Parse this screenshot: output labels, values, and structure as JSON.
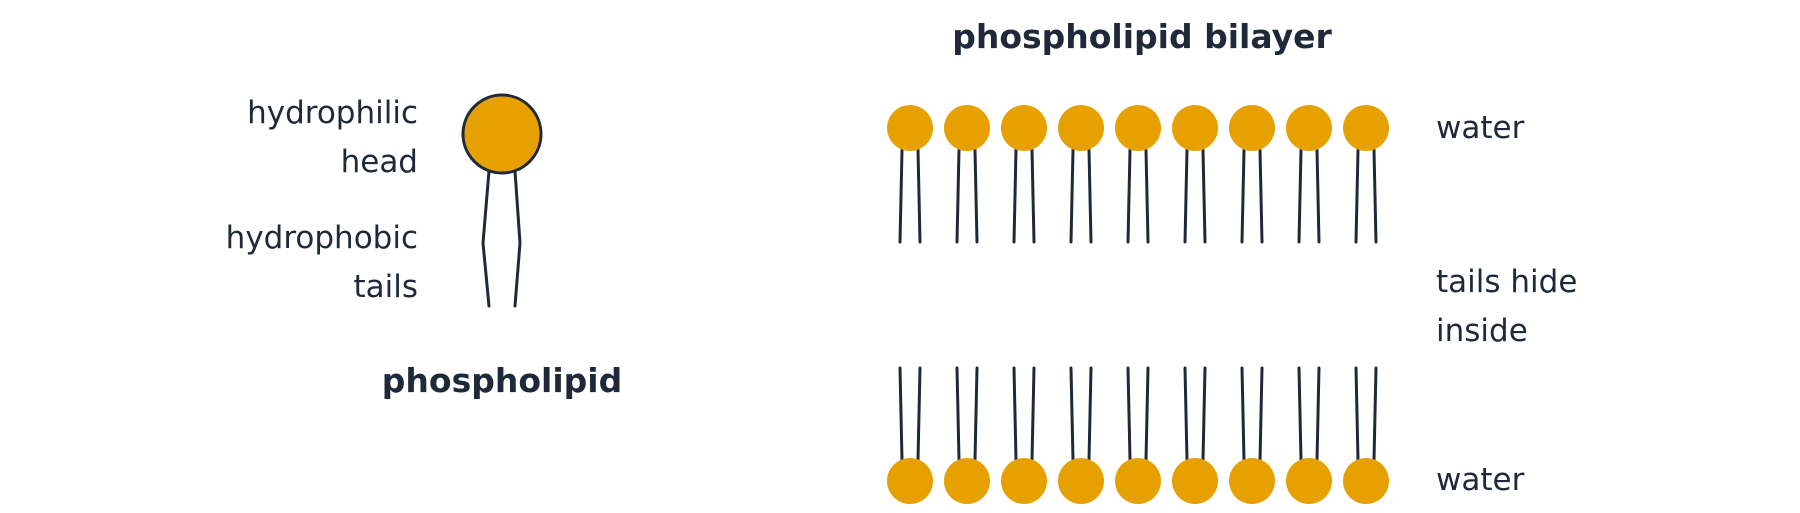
{
  "colors": {
    "head_fill": "#e6a100",
    "ink": "#1e2a3a",
    "background": "#ffffff"
  },
  "single": {
    "title": "phospholipid",
    "head_label_line1": "hydrophilic",
    "head_label_line2": "head",
    "tail_label_line1": "hydrophobic",
    "tail_label_line2": "tails"
  },
  "bilayer": {
    "title": "phospholipid bilayer",
    "molecules_per_layer": 9,
    "top_label": "water",
    "middle_label_line1": "tails hide",
    "middle_label_line2": "inside",
    "bottom_label": "water"
  }
}
